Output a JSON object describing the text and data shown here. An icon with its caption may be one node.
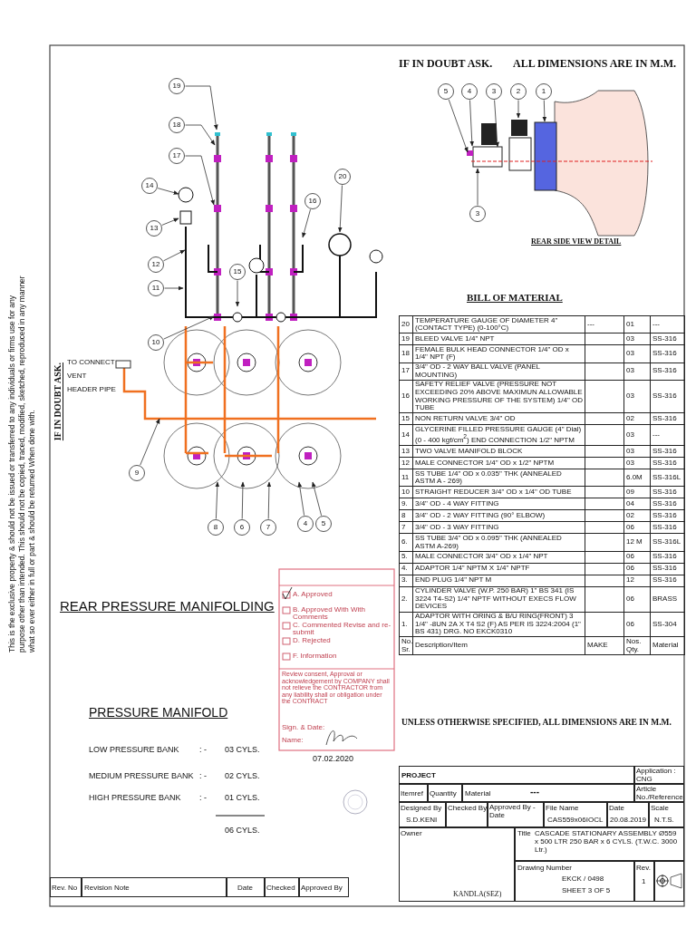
{
  "diagram": {
    "title": "REAR PRESSURE MANIFOLDING",
    "nodes": [
      {
        "text": [
          "19"
        ]
      },
      {
        "text": [
          "18"
        ]
      },
      {
        "text": [
          "17"
        ]
      },
      {
        "text": [
          "14"
        ]
      },
      {
        "text": [
          "13"
        ]
      },
      {
        "text": [
          "20"
        ]
      },
      {
        "text": [
          "16"
        ]
      },
      {
        "text": [
          "12"
        ]
      },
      {
        "text": [
          "15"
        ]
      },
      {
        "text": [
          "11"
        ]
      },
      {
        "text": [
          "10"
        ]
      },
      {
        "text": [
          "9"
        ]
      },
      {
        "text": [
          "8"
        ]
      },
      {
        "text": [
          "6"
        ]
      },
      {
        "text": [
          "7"
        ]
      },
      {
        "text": [
          "4"
        ]
      },
      {
        "text": [
          "5"
        ]
      },
      {
        "text": [
          "5"
        ]
      },
      {
        "text": [
          "4"
        ]
      },
      {
        "text": [
          "3"
        ]
      },
      {
        "text": [
          "2"
        ]
      },
      {
        "text": [
          "1"
        ]
      },
      {
        "text": [
          "3"
        ]
      }
    ],
    "edges": [
      {
        "from": 0,
        "to": null,
        "arrow": "to"
      },
      {
        "from": 1,
        "to": null,
        "arrow": "to"
      },
      {
        "from": 2,
        "to": null,
        "arrow": "to"
      },
      {
        "from": 3,
        "to": null,
        "arrow": "to"
      },
      {
        "from": 4,
        "to": null,
        "arrow": "to"
      },
      {
        "from": 5,
        "to": null,
        "arrow": "to"
      },
      {
        "from": 6,
        "to": null,
        "arrow": "to"
      },
      {
        "from": 7,
        "to": null,
        "arrow": "to"
      },
      {
        "from": 8,
        "to": null,
        "arrow": "to"
      },
      {
        "from": 9,
        "to": null,
        "arrow": "to"
      },
      {
        "from": 10,
        "to": null,
        "arrow": "to"
      },
      {
        "from": 11,
        "to": null,
        "arrow": "to"
      },
      {
        "from": 12,
        "to": null,
        "arrow": "to"
      },
      {
        "from": 13,
        "to": null,
        "arrow": "to"
      },
      {
        "from": 14,
        "to": null,
        "arrow": "to"
      },
      {
        "from": 15,
        "to": null,
        "arrow": "to"
      },
      {
        "from": 16,
        "to": null,
        "arrow": "to"
      },
      {
        "from": 17,
        "to": null,
        "arrow": "to"
      },
      {
        "from": 18,
        "to": null,
        "arrow": "to"
      },
      {
        "from": 19,
        "to": null,
        "arrow": "to"
      },
      {
        "from": 20,
        "to": null,
        "arrow": "to"
      },
      {
        "from": 21,
        "to": null,
        "arrow": "to"
      },
      {
        "from": 22,
        "to": null,
        "arrow": "to"
      }
    ],
    "labels": [
      "IF IN DOUBT ASK.",
      "ALL DIMENSIONS ARE IN M.M.",
      "REAR SIDE VIEW DETAIL",
      "BILL OF MATERIAL",
      "TO CONNECT VENT HEADER PIPE",
      "20",
      "TEMPERATURE GAUGE OF DIAMETER 4\" (CONTACT TYPE) (0-100°C)",
      "---",
      "01",
      "---",
      "19",
      "BLEED VALVE 1/4\" NPT",
      "03",
      "SS-316",
      "18",
      "FEMALE BULK HEAD CONNECTOR 1/4\" OD x 1/4\" NPT (F)",
      "03",
      "SS-316",
      "17",
      "3/4\" OD - 2 WAY BALL VALVE (PANEL MOUNTING)",
      "03",
      "SS-316",
      "16",
      "SAFETY RELIEF VALVE (PRESSURE NOT EXCEEDING 20% ABOVE MAXIMUN ALLOWABLE WORKING PRESSURE OF THE SYSTEM) 1/4\" OD TUBE",
      "03",
      "SS-316",
      "15",
      "NON RETURN VALVE 3/4\" OD",
      "02",
      "SS-316",
      "14",
      "GLYCERINE FILLED PRESSURE GAUGE (4\" Dial) (0 - 400 kgf/cm$^{2}$) END CONNECTION 1/2\" NPTM",
      "03",
      "---",
      "13",
      "TWO VALVE MANIFOLD BLOCK",
      "03",
      "SS-316",
      "12",
      "MALE CONNECTOR 1/4\" OD x 1/2\" NPTM",
      "03",
      "SS-316",
      "11",
      "SS TUBE 1/4\" OD x 0.035\" THK (ANNEALED ASTM A - 269)",
      "6.0M",
      "SS-316L",
      "10",
      "STRAIGHT REDUCER 3/4\" OD x 1/4\" OD TUBE",
      "09",
      "SS-316",
      "9.",
      "3/4\" OD - 4 WAY FITTING",
      "04",
      "SS-316",
      "8",
      "3/4\" OD - 2 WAY FITTING (90° ELBOW)",
      "02",
      "SS-316",
      "7",
      "3/4\" OD - 3 WAY FITTING",
      "06",
      "SS-316",
      "6.",
      "SS TUBE 3/4\" OD x 0.095\" THK (ANNEALED ASTM A-269)",
      "12 M",
      "SS-316L",
      "5.",
      "MALE CONNECTOR 3/4\" OD x 1/4\" NPT",
      "06",
      "SS-316",
      "4.",
      "ADAPTOR 1/4\" NPTM X 1/4\" NPTF",
      "06",
      "SS-316",
      "3.",
      "END PLUG 1/4\" NPT M",
      "12",
      "SS-316",
      "2.",
      "CYLINDER VALVE (W.P. 250 BAR) 1\" BS 341 (IS 3224 T4-S2) 1/4\" NPTF WITHOUT EXECS FLOW DEVICES",
      "06",
      "BRASS",
      "1.",
      "ADAPTOR WITH ORING & B/U RING(FRONT) 3 1/4\" -8UN 2A X T4 S2 (F) AS PER IS 3224:2004 (1\" BS 431) DRG. NO EKCK0310",
      "06",
      "SS-304",
      "No. Sr.",
      "Description/Item",
      "MAKE",
      "Nos. Qty.",
      "Material",
      "UNLESS OTHERWISE SPECIFIED, ALL DIMENSIONS ARE IN M.M.",
      "PRESSURE MANIFOLD",
      "LOW PRESSURE BANK",
      ": -",
      "03 CYLS.",
      "MEDIUM PRESSURE BANK",
      ": -",
      "02 CYLS.",
      "HIGH PRESSURE BANK",
      ": -",
      "01 CYLS.",
      "06 CYLS.",
      "A. Approved",
      "B. Approved With With Comments",
      "C. Commented Revise and re-submit",
      "D. Rejected",
      "F. Information",
      "Review consent, Approval or acknowledgement by COMPANY shall not relieve the CONTRACTOR from any liability shall or obligation under the CONTRACT",
      "Sign. & Date:",
      "Name:",
      "07.02.2020",
      "PROJECT",
      "Application : CNG",
      "Itemref",
      "Quantity",
      "Material",
      "---",
      "Article No./Reference",
      "Designed By",
      "S.D.KENI",
      "Checked By",
      "Approved By - Date",
      "File Name",
      "CAS559x06IOCL",
      "Date",
      "20.08.2019",
      "Scale",
      "N.T.S.",
      "Owner",
      "KANDLA(SEZ)",
      "Title",
      "CASCADE STATIONARY ASSEMBLY Ø559 x 500 LTR 250 BAR x 6 CYLS. (T.W.C. 3000 Ltr.)",
      "Drawing Number",
      "EKCK / 0498",
      "SHEET 3 OF 5",
      "Rev.",
      "1",
      "Rev. No",
      "Revision Note",
      "Date",
      "Checked",
      "Approved By",
      "IF IN DOUBT ASK.",
      "This is the exclusive property & should not be issued or transferred to any individuals or firms use for any purpose other than intended. This should not be copied, traced, modified, sketched, reproduced in any manner what so ever either in full or part & should be returned When done with."
    ]
  }
}
